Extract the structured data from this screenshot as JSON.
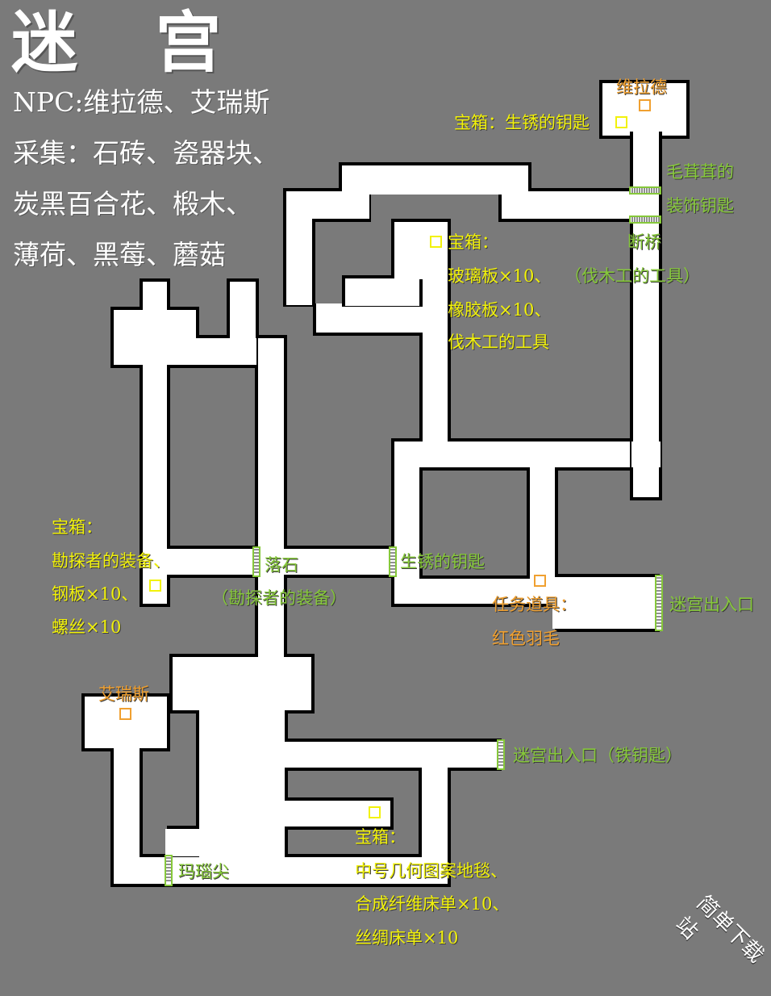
{
  "title": "迷 宫",
  "info": {
    "npc": "NPC:维拉德、艾瑞斯",
    "gather_1": "采集：石砖、瓷器块、",
    "gather_2": "炭黑百合花、椴木、",
    "gather_3": "薄荷、黑莓、蘑菇"
  },
  "labels": {
    "npc_villard": "维拉德",
    "chest_rusty_key": "宝箱：生锈的钥匙",
    "fluffy_key_1": "毛茸茸的",
    "fluffy_key_2": "装饰钥匙",
    "broken_bridge": "断桥",
    "chest_glass_title": "宝箱：",
    "glass_1": "玻璃板×10、",
    "glass_2": "橡胶板×10、",
    "glass_3": "伐木工的工具",
    "lumber_tool": "（伐木工的工具）",
    "chest_explorer_title": "宝箱：",
    "explorer_1": "勘探者的装备、",
    "explorer_2": "钢板×10、",
    "explorer_3": "螺丝×10",
    "rockfall": "落石",
    "explorer_gear": "（勘探者的装备）",
    "rusty_key_gate": "生锈的钥匙",
    "quest_1": "任务道具：",
    "quest_2": "红色羽毛",
    "exit_1": "迷宫出入口",
    "npc_iris": "艾瑞斯",
    "exit_2": "迷宫出入口（铁钥匙）",
    "chest_bed_title": "宝箱：",
    "bed_1": "中号几何图案地毯、",
    "bed_2": "合成纤维床单×10、",
    "bed_3": "丝绸床单×10",
    "agate": "玛瑙尖"
  },
  "watermark": "简单下载站",
  "colors": {
    "background": "#7a7a7a",
    "path": "#ffffff",
    "wall": "#000000",
    "chest_text": "#f2f20a",
    "npc_text": "#f0a030",
    "gate_text": "#86c83a"
  }
}
